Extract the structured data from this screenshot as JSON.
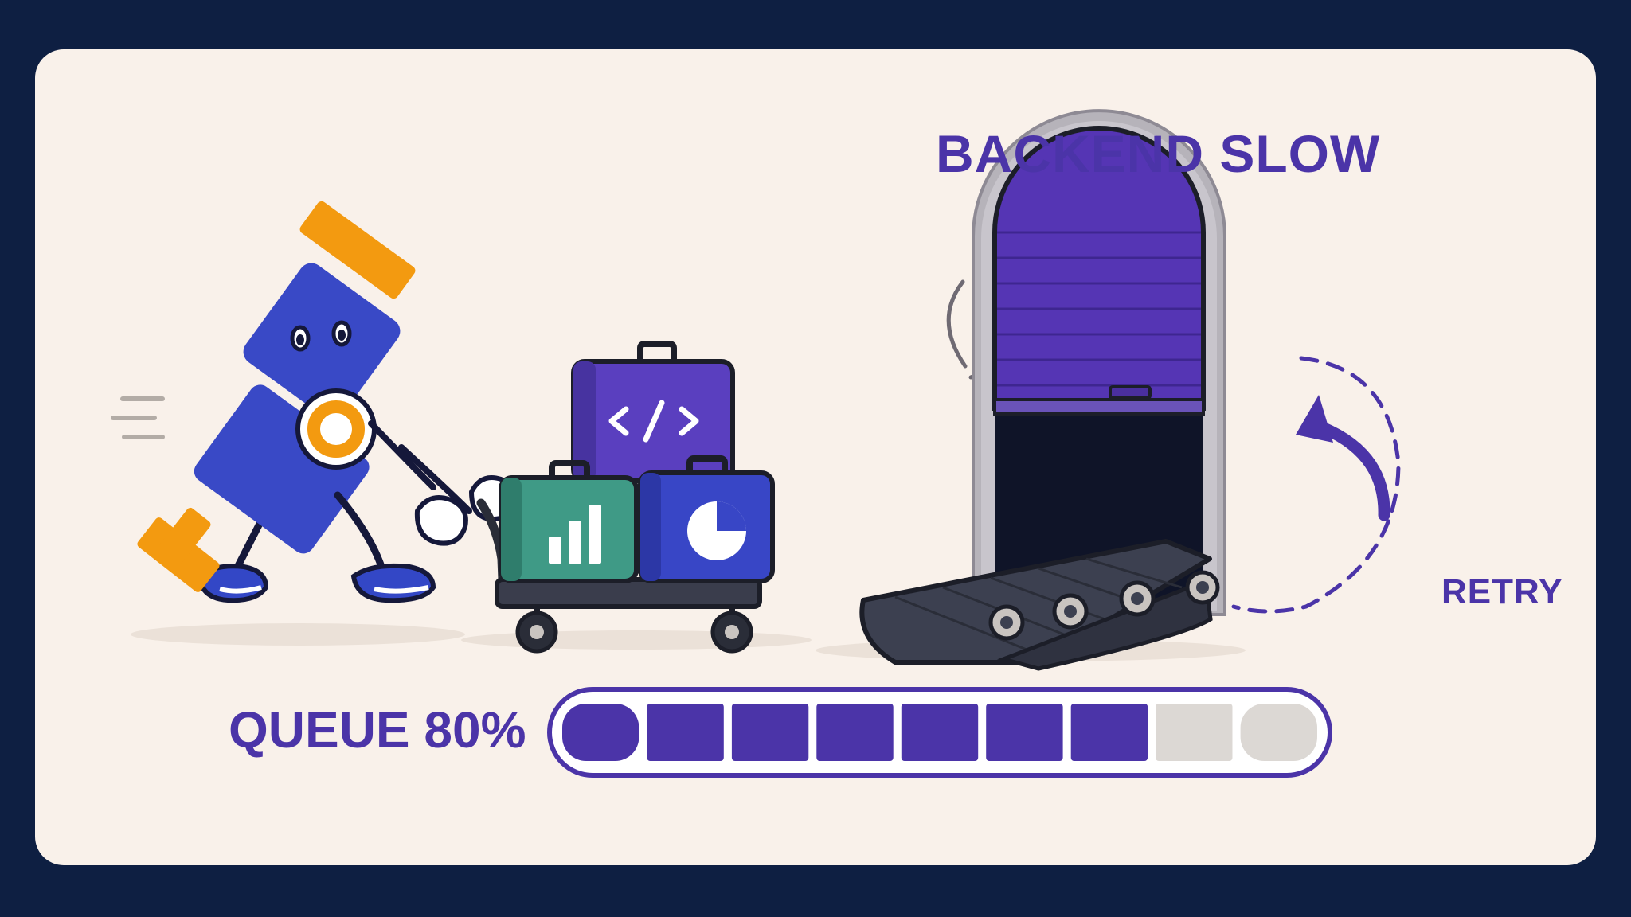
{
  "status": {
    "backend_title": "BACKEND SLOW",
    "retry_label": "RETRY"
  },
  "queue": {
    "label": "QUEUE 80%",
    "fill_fraction": 0.8,
    "segments_total": 9,
    "segments_filled": 7
  },
  "luggage": {
    "top_case_icon": "code-icon",
    "left_case_icon": "bar-chart-icon",
    "right_case_icon": "pie-chart-icon"
  },
  "colors": {
    "background": "#0e1f42",
    "card": "#f9f1ea",
    "accent_purple": "#4b34a8",
    "robot_blue": "#3949c6",
    "robot_orange": "#f39a10",
    "case_green": "#3f9a86",
    "case_purple": "#5a3fbf",
    "case_blue": "#3846c6",
    "progress_empty": "#dcd8d4"
  }
}
